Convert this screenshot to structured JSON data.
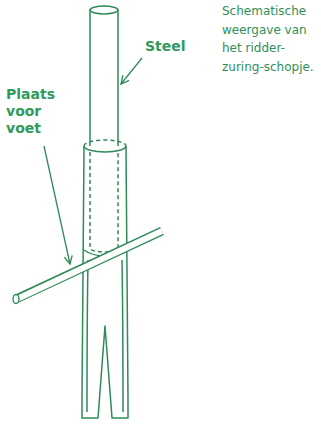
{
  "diagram": {
    "caption": "Schematische weergave van het ridder- zuring-schopje.",
    "labels": [
      "Steel",
      "Plaats voor voet"
    ]
  }
}
